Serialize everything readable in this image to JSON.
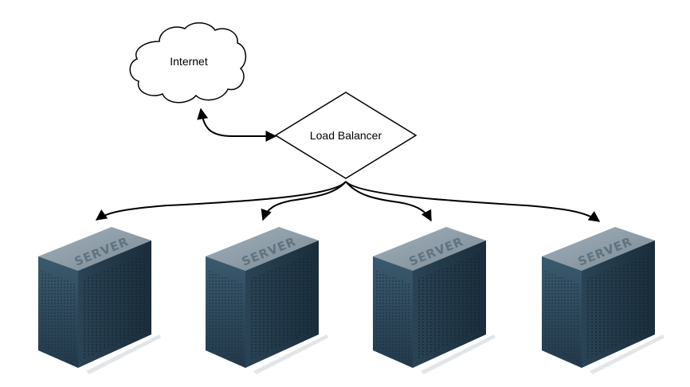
{
  "diagram": {
    "internet": {
      "label": "Internet"
    },
    "load_balancer": {
      "label": "Load Balancer"
    },
    "servers": [
      {
        "label": "SERVER"
      },
      {
        "label": "SERVER"
      },
      {
        "label": "SERVER"
      },
      {
        "label": "SERVER"
      }
    ],
    "connections": [
      {
        "from": "Internet",
        "to": "Load Balancer",
        "bidirectional": true
      },
      {
        "from": "Load Balancer",
        "to": "SERVER 1"
      },
      {
        "from": "Load Balancer",
        "to": "SERVER 2"
      },
      {
        "from": "Load Balancer",
        "to": "SERVER 3"
      },
      {
        "from": "Load Balancer",
        "to": "SERVER 4"
      }
    ]
  },
  "colors": {
    "server_top": "#8c9aa5",
    "server_front": "#2f4a5c",
    "server_side": "#1f3444",
    "server_text": "#5f7380",
    "stroke": "#000000"
  }
}
